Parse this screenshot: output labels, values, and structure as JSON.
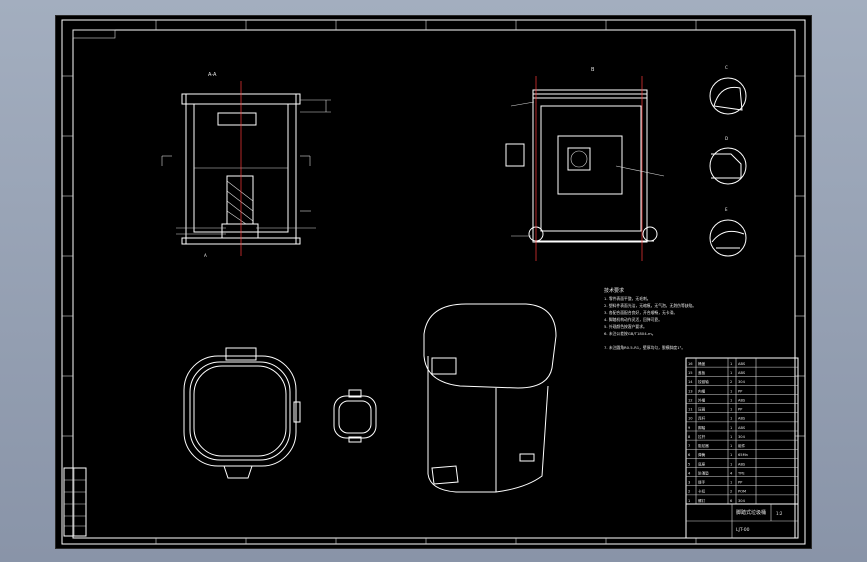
{
  "colors": {
    "background": "#8e9aad",
    "drawing_area": "#000000",
    "linework": "#ffffff",
    "centerlines": "#ff3b3b"
  },
  "drawing": {
    "section_mark": "A-A",
    "view_mark": "B",
    "detail_marks": [
      "C",
      "D",
      "E"
    ],
    "notes_title": "技术要求",
    "notes": [
      "1. 零件表面平整，无毛刺。",
      "2. 塑料件表面光洁，无缩痕，无气泡，无划伤等缺陷。",
      "3. 各配合面配合良好，开合顺畅，无卡滞。",
      "4. 脚踏机构动作灵活，回弹可靠。",
      "5. 外观颜色按客户要求。",
      "6. 未注公差按GB/T1804-m。"
    ],
    "note_extra": "7. 未注圆角R0.5-R1，壁厚均匀，脱模斜度1°。"
  },
  "parts_list": {
    "rows": [
      [
        "16",
        "桶盖",
        "1",
        "ABS",
        ""
      ],
      [
        "15",
        "盖板",
        "1",
        "ABS",
        ""
      ],
      [
        "14",
        "铰链轴",
        "2",
        "304",
        ""
      ],
      [
        "13",
        "内桶",
        "1",
        "PP",
        ""
      ],
      [
        "12",
        "外桶",
        "1",
        "ABS",
        ""
      ],
      [
        "11",
        "压圈",
        "1",
        "PP",
        ""
      ],
      [
        "10",
        "连杆",
        "1",
        "ABS",
        ""
      ],
      [
        "9",
        "脚踏",
        "1",
        "ABS",
        ""
      ],
      [
        "8",
        "拉杆",
        "1",
        "304",
        ""
      ],
      [
        "7",
        "阻尼器",
        "1",
        "组件",
        ""
      ],
      [
        "6",
        "弹簧",
        "1",
        "65Mn",
        ""
      ],
      [
        "5",
        "底座",
        "1",
        "ABS",
        ""
      ],
      [
        "4",
        "防滑垫",
        "4",
        "TPE",
        ""
      ],
      [
        "3",
        "提手",
        "1",
        "PP",
        ""
      ],
      [
        "2",
        "卡扣",
        "2",
        "POM",
        ""
      ],
      [
        "1",
        "螺钉",
        "6",
        "304",
        ""
      ]
    ]
  },
  "title_block": {
    "name": "脚踏式垃圾桶",
    "scale": "1:2",
    "drawing_no": "LJT-00"
  }
}
